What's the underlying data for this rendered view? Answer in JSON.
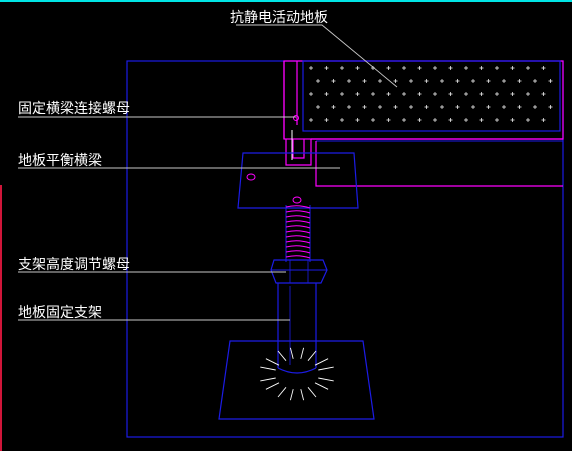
{
  "colors": {
    "background": "#000000",
    "frame": "#1c1ce6",
    "floor_panel": "#ff00ff",
    "panel_fill": "#ffffff",
    "leader": "#c8c8c8",
    "label": "#ffffff",
    "top_border": "#00e5e5",
    "left_mark": "#d0163a"
  },
  "labels": {
    "antistatic_floor": "抗静电活动地板",
    "beam_nut": "固定横梁连接螺母",
    "balance_beam": "地板平衡横梁",
    "height_nut": "支架高度调节螺母",
    "floor_support": "地板固定支架"
  }
}
